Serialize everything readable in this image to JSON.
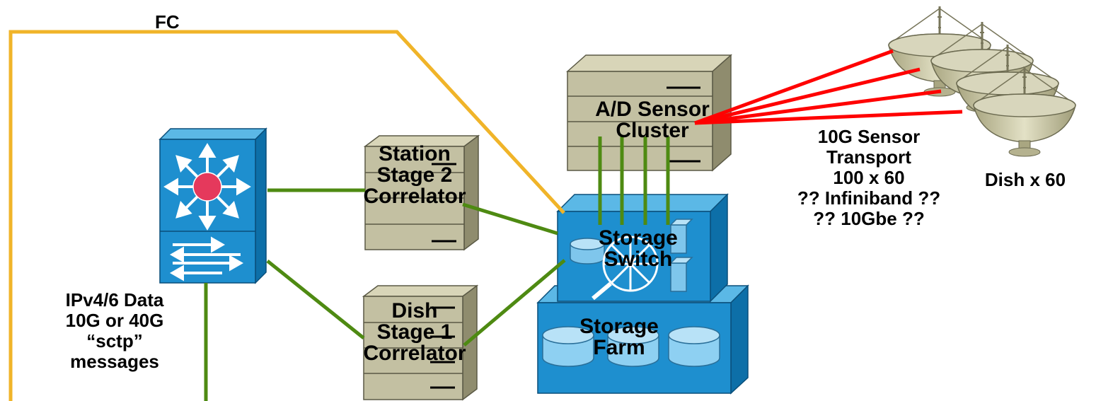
{
  "links": {
    "fc": "FC",
    "sensor_transport": [
      "10G Sensor",
      "Transport",
      "100 x 60",
      "?? Infiniband ??",
      "?? 10Gbe ??"
    ],
    "ip_data": [
      "IPv4/6 Data",
      "10G or 40G",
      "“sctp”",
      "messages"
    ]
  },
  "nodes": {
    "station_correlator": [
      "Station",
      "Stage 2",
      "Correlator"
    ],
    "dish_correlator": [
      "Dish",
      "Stage 1",
      "Correlator"
    ],
    "ad_sensor": [
      "A/D Sensor",
      "Cluster"
    ],
    "storage_switch": [
      "Storage",
      "Switch"
    ],
    "storage_farm": [
      "Storage",
      "Farm"
    ],
    "dish": "Dish x 60"
  },
  "colors": {
    "fc_line": "#F0B429",
    "ip_line": "#4E8A12",
    "sensor_line": "#FF0000",
    "switch_blue": "#1E8FCF",
    "server_beige": "#C3C0A2",
    "dish_beige": "#C6C29E"
  }
}
